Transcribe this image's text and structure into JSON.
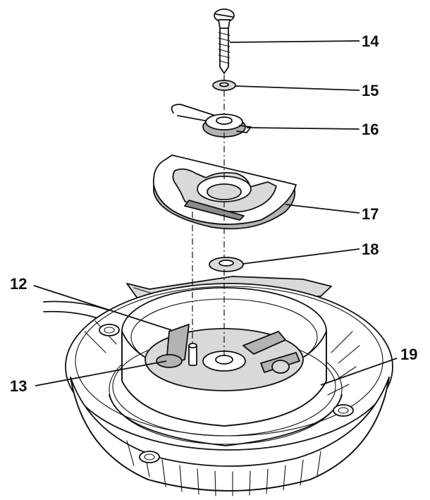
{
  "callouts": [
    {
      "id": "14",
      "label": "14"
    },
    {
      "id": "15",
      "label": "15"
    },
    {
      "id": "16",
      "label": "16"
    },
    {
      "id": "17",
      "label": "17"
    },
    {
      "id": "18",
      "label": "18"
    },
    {
      "id": "12",
      "label": "12"
    },
    {
      "id": "13",
      "label": "13"
    },
    {
      "id": "19",
      "label": "19"
    }
  ]
}
